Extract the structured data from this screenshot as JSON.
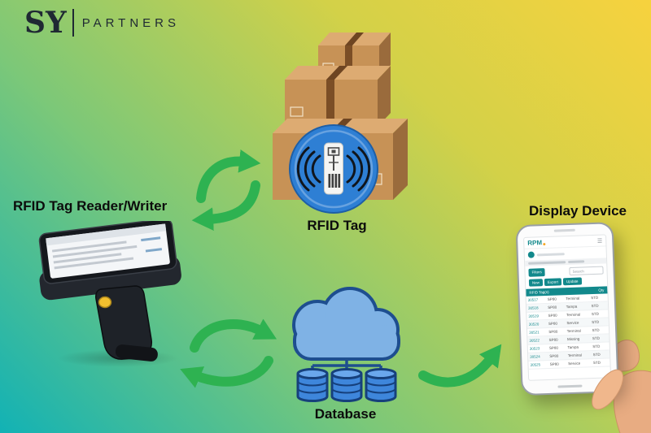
{
  "logo": {
    "sy": "SY",
    "partners": "PARTNERS"
  },
  "labels": {
    "reader": "RFID Tag Reader/Writer",
    "tag": "RFID Tag",
    "database": "Database",
    "display": "Display Device"
  },
  "colors": {
    "bg_top_right": "#F7D23E",
    "bg_bottom_left": "#12B2B5",
    "arrow_green": "#2EB251",
    "tag_circle_blue": "#2E7FD4",
    "box_front": "#C79256",
    "box_top": "#DDAB72",
    "box_side": "#9A6B3C",
    "cloud_fill": "#7FB2E5",
    "cloud_stroke": "#1E4E8F",
    "cylinder_blue": "#3E86DB",
    "app_teal": "#12898C"
  },
  "phone_app": {
    "brand": "RPM",
    "filters_label": "Filters",
    "search_placeholder": "Search",
    "action_buttons": [
      "New",
      "Export",
      "Update"
    ],
    "table_header_left": "RFID Tag(s)",
    "table_header_right": "Qty",
    "table_rows": [
      [
        "30517",
        "SP80",
        "Terminal",
        "STD"
      ],
      [
        "30518",
        "SP80",
        "Tampa",
        "STD"
      ],
      [
        "30519",
        "SP80",
        "Terminal",
        "STD"
      ],
      [
        "30520",
        "SP80",
        "Service",
        "STD"
      ],
      [
        "30521",
        "SP80",
        "Terminal",
        "STD"
      ],
      [
        "30522",
        "SP80",
        "Missing",
        "STD"
      ],
      [
        "30523",
        "SP80",
        "Tampa",
        "STD"
      ],
      [
        "30524",
        "SP80",
        "Terminal",
        "STD"
      ],
      [
        "30525",
        "SP80",
        "Service",
        "STD"
      ]
    ]
  }
}
